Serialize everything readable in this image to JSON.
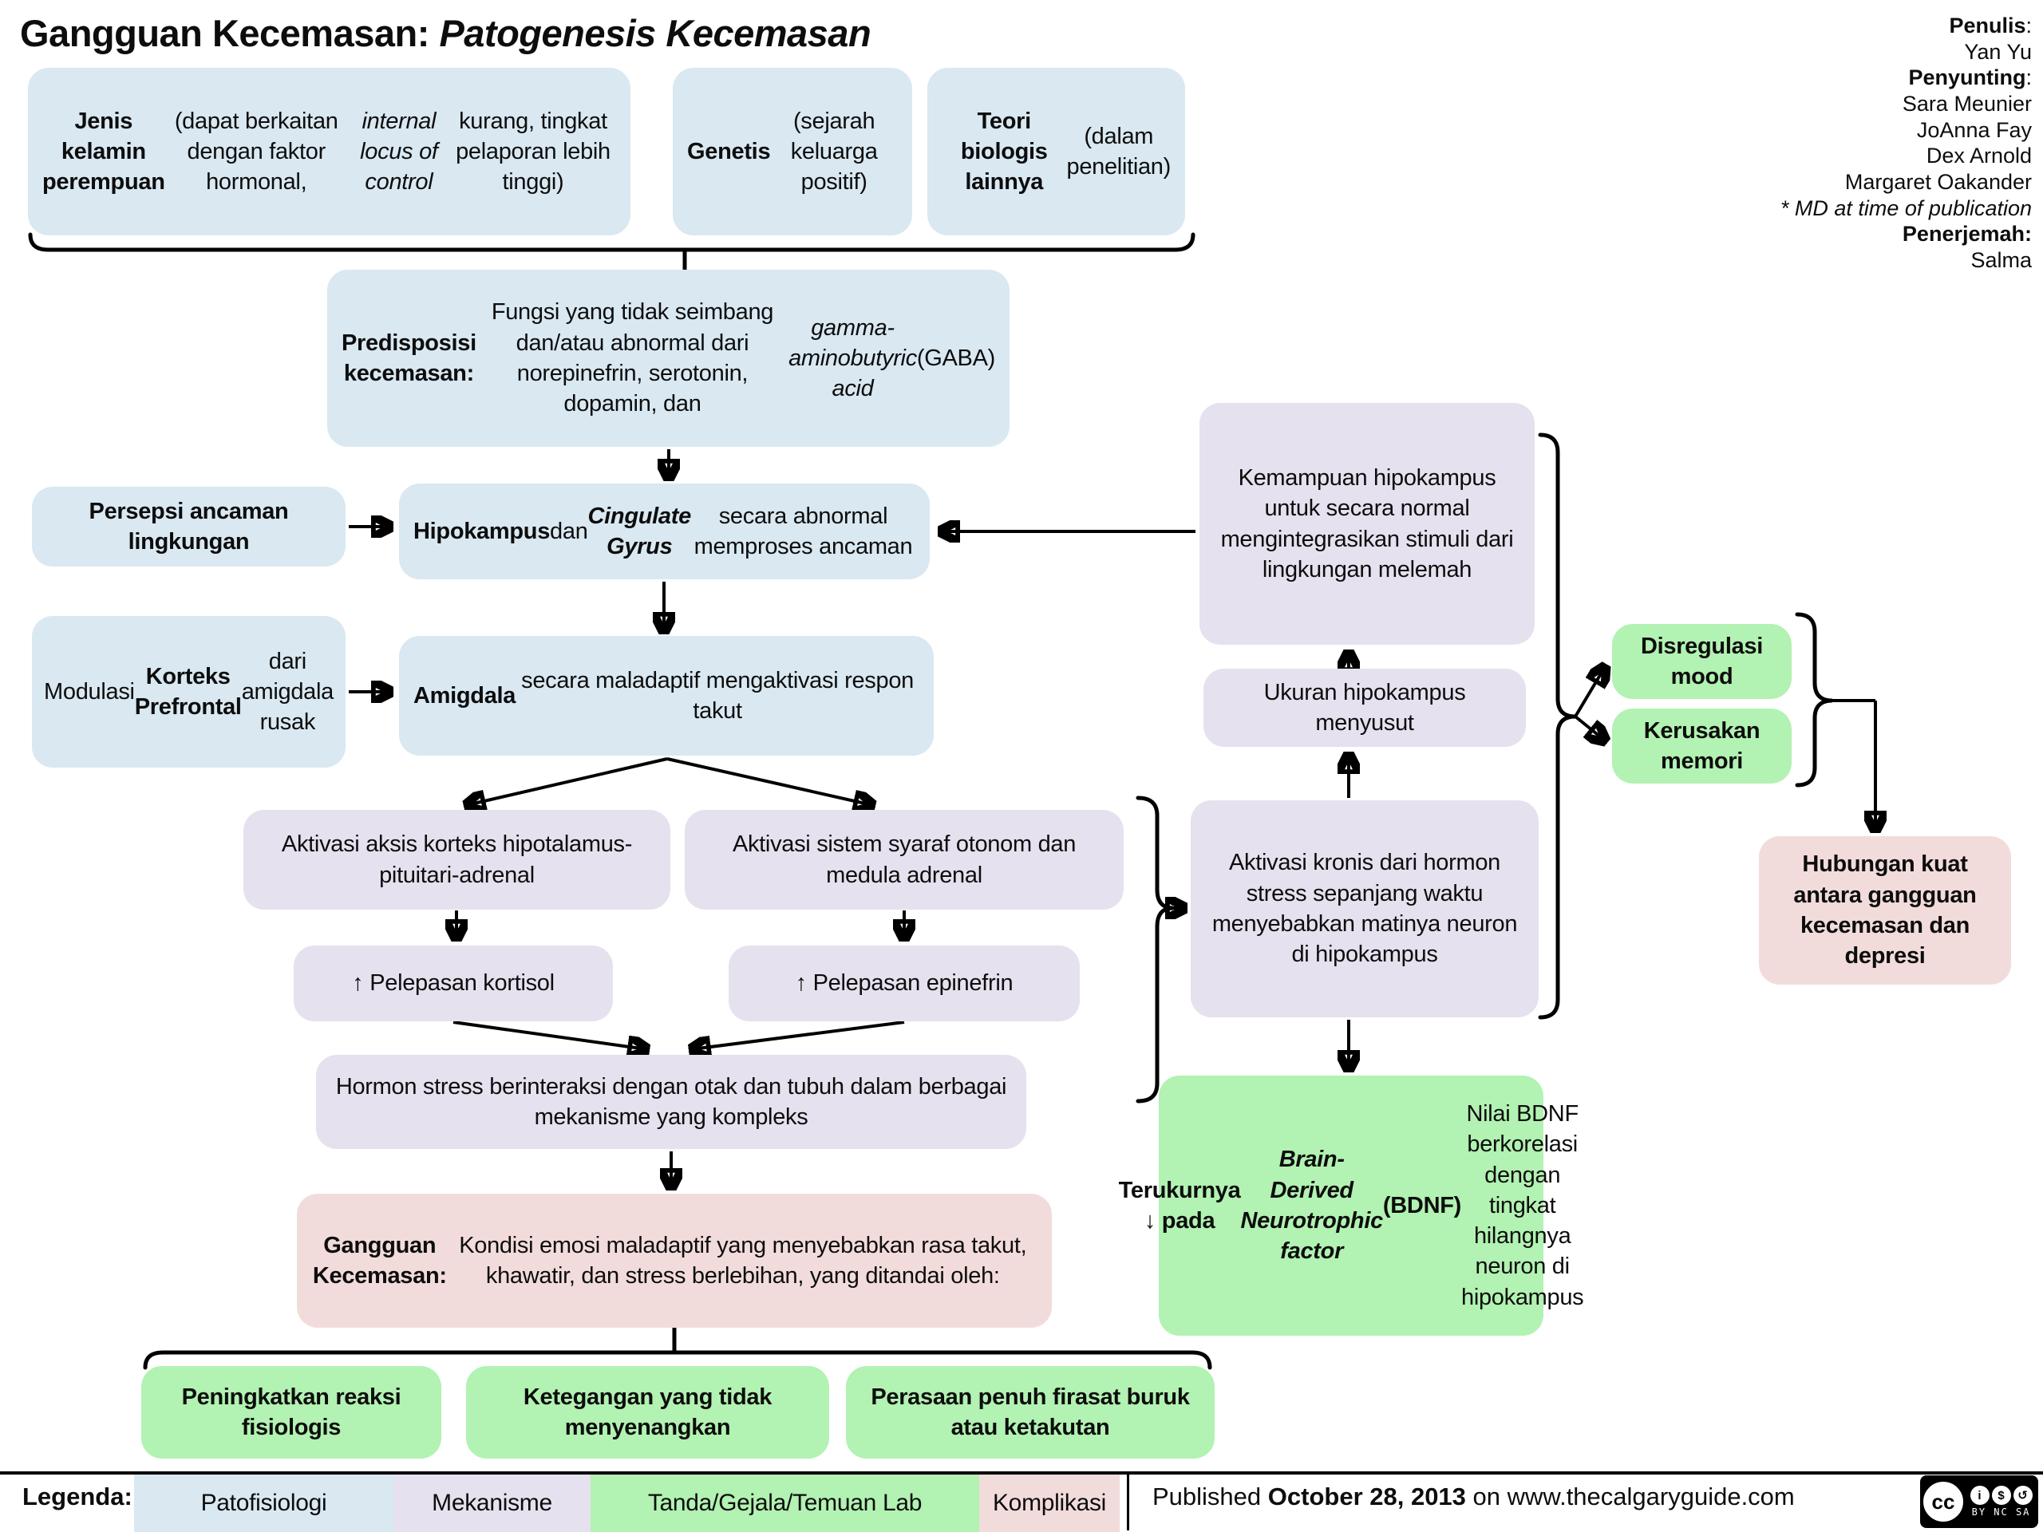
{
  "title": {
    "segments": [
      {
        "t": "Gangguan Kecemasan: ",
        "b": true
      },
      {
        "t": "Patogenesis Kecemasan",
        "b": true,
        "i": true
      }
    ]
  },
  "credits": {
    "lines": [
      [
        {
          "t": "Penulis",
          "b": true
        },
        {
          "t": ":"
        }
      ],
      [
        {
          "t": "Yan Yu"
        }
      ],
      [
        {
          "t": "Penyunting",
          "b": true
        },
        {
          "t": ":"
        }
      ],
      [
        {
          "t": "Sara Meunier"
        }
      ],
      [
        {
          "t": "JoAnna Fay"
        }
      ],
      [
        {
          "t": "Dex Arnold"
        }
      ],
      [
        {
          "t": "Margaret Oakander"
        }
      ],
      [
        {
          "t": "* MD at time of publication",
          "i": true
        }
      ],
      [
        {
          "t": "Penerjemah:",
          "b": true
        }
      ],
      [
        {
          "t": "Salma"
        }
      ]
    ]
  },
  "boxes": {
    "jenis": {
      "segments": [
        {
          "t": "Jenis kelamin perempuan",
          "b": true
        },
        {
          "t": " (dapat berkaitan dengan faktor hormonal, "
        },
        {
          "t": "internal locus of control",
          "i": true
        },
        {
          "t": " kurang, tingkat pelaporan lebih tinggi)"
        }
      ]
    },
    "genetis": {
      "segments": [
        {
          "t": "Genetis",
          "b": true
        },
        {
          "t": "\n(sejarah keluarga positif)"
        }
      ]
    },
    "teori": {
      "segments": [
        {
          "t": "Teori biologis lainnya",
          "b": true
        },
        {
          "t": " (dalam penelitian)"
        }
      ]
    },
    "predisposisi": {
      "segments": [
        {
          "t": "Predisposisi kecemasan:",
          "b": true
        },
        {
          "t": "\nFungsi yang tidak seimbang dan/atau abnormal dari norepinefrin, serotonin, dopamin, dan "
        },
        {
          "t": "gamma-aminobutyric acid",
          "i": true
        },
        {
          "t": " (GABA)"
        }
      ]
    },
    "persepsi": {
      "segments": [
        {
          "t": "Persepsi ancaman lingkungan",
          "b": true
        }
      ]
    },
    "hipokampus": {
      "segments": [
        {
          "t": "Hipokampus",
          "b": true
        },
        {
          "t": " dan "
        },
        {
          "t": "Cingulate Gyrus",
          "b": true,
          "i": true
        },
        {
          "t": "\nsecara abnormal memproses ancaman"
        }
      ]
    },
    "modulasi": {
      "segments": [
        {
          "t": "Modulasi "
        },
        {
          "t": "Korteks Prefrontal",
          "b": true
        },
        {
          "t": " dari amigdala rusak"
        }
      ]
    },
    "amigdala": {
      "segments": [
        {
          "t": "Amigdala",
          "b": true
        },
        {
          "t": " secara maladaptif mengaktivasi respon takut"
        }
      ]
    },
    "hpa": {
      "segments": [
        {
          "t": "Aktivasi aksis korteks hipotalamus-pituitari-adrenal"
        }
      ]
    },
    "otonom": {
      "segments": [
        {
          "t": "Aktivasi sistem syaraf otonom dan medula adrenal"
        }
      ]
    },
    "kortisol": {
      "segments": [
        {
          "t": "↑ Pelepasan kortisol"
        }
      ]
    },
    "epinefrin": {
      "segments": [
        {
          "t": "↑ Pelepasan epinefrin"
        }
      ]
    },
    "hormon": {
      "segments": [
        {
          "t": "Hormon stress berinteraksi dengan otak dan tubuh dalam berbagai mekanisme yang kompleks"
        }
      ]
    },
    "gangguan": {
      "segments": [
        {
          "t": "Gangguan Kecemasan:",
          "b": true
        },
        {
          "t": "\nKondisi emosi maladaptif yang menyebabkan rasa takut, khawatir, dan stress berlebihan, yang ditandai oleh:"
        }
      ]
    },
    "kemampuan": {
      "segments": [
        {
          "t": "Kemampuan hipokampus untuk secara normal mengintegrasikan stimuli dari lingkungan melemah"
        }
      ]
    },
    "ukuran": {
      "segments": [
        {
          "t": "Ukuran hipokampus menyusut"
        }
      ]
    },
    "kronis": {
      "segments": [
        {
          "t": "Aktivasi kronis dari hormon stress sepanjang waktu menyebabkan matinya neuron di hipokampus"
        }
      ]
    },
    "bdnf": {
      "segments": [
        {
          "t": "Terukurnya ↓ pada ",
          "b": true
        },
        {
          "t": "Brain-Derived Neurotrophic factor",
          "b": true,
          "i": true
        },
        {
          "t": " (BDNF)",
          "b": true
        },
        {
          "t": "\nNilai BDNF berkorelasi dengan tingkat hilangnya neuron di hipokampus"
        }
      ]
    },
    "disregulasi": {
      "segments": [
        {
          "t": "Disregulasi mood",
          "b": true
        }
      ]
    },
    "kerusakan": {
      "segments": [
        {
          "t": "Kerusakan memori",
          "b": true
        }
      ]
    },
    "hubungan": {
      "segments": [
        {
          "t": "Hubungan kuat antara gangguan kecemasan dan depresi",
          "b": true
        }
      ]
    },
    "reaksi": {
      "segments": [
        {
          "t": "Peningkatkan reaksi fisiologis",
          "b": true
        }
      ]
    },
    "ketegangan": {
      "segments": [
        {
          "t": "Ketegangan yang tidak menyenangkan",
          "b": true
        }
      ]
    },
    "firasat": {
      "segments": [
        {
          "t": "Perasaan penuh firasat buruk atau ketakutan",
          "b": true
        }
      ]
    }
  },
  "legend": {
    "label": "Legenda:",
    "items": [
      {
        "label": "Patofisiologi",
        "color": "#d9e8f1"
      },
      {
        "label": "Mekanisme",
        "color": "#e6e1ee"
      },
      {
        "label": "Tanda/Gejala/Temuan Lab",
        "color": "#b2f2b2"
      },
      {
        "label": "Komplikasi",
        "color": "#f2dcdb"
      }
    ]
  },
  "footer": {
    "published_segments": [
      {
        "t": "Published "
      },
      {
        "t": "October 28, 2013",
        "b": true
      },
      {
        "t": " on www.thecalgaryguide.com"
      }
    ],
    "cc_logo": "cc",
    "cc_icons": [
      "i",
      "$",
      "↺"
    ],
    "cc_label": "BY NC SA"
  },
  "colors": {
    "pathophysiology": "#d9e8f1",
    "mechanism": "#e6e1ee",
    "sign_symptom": "#b2f2b2",
    "complication": "#f2dcdb",
    "text": "#0d0d0d",
    "line": "#000000"
  }
}
